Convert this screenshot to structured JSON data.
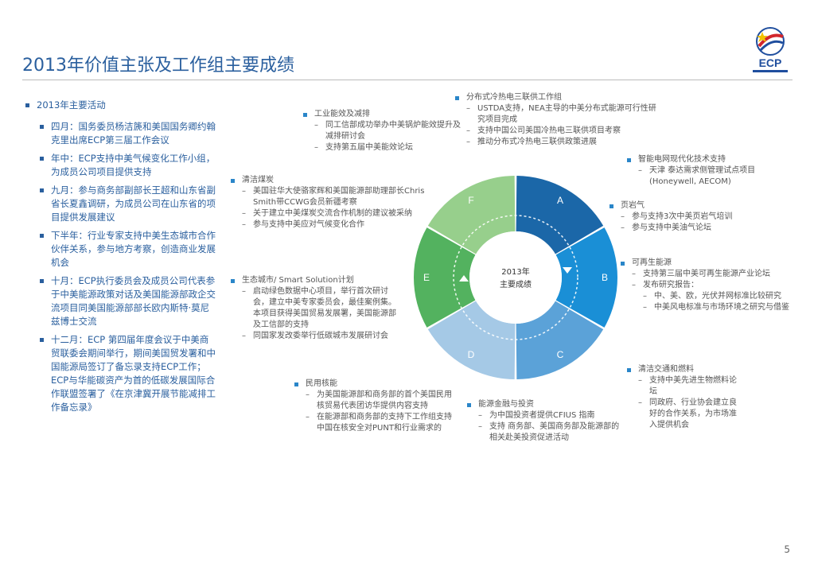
{
  "title": "2013年价值主张及工作组主要成绩",
  "page_number": "5",
  "logo": {
    "text": "ECP",
    "colors": [
      "#1f4e9e",
      "#d2262c",
      "#f2c200"
    ]
  },
  "left": {
    "heading": "2013年主要活动",
    "items": [
      "四月：国务委员杨洁篪和美国国务卿约翰克里出席ECP第三届工作会议",
      "年中：ECP支持中美气候变化工作小组，为成员公司项目提供支持",
      "九月：参与商务部副部长王超和山东省副省长夏鑫调研，为成员公司在山东省的项目提供发展建议",
      "下半年：行业专家支持中美生态城市合作伙伴关系，参与地方考察，创造商业发展机会",
      "十月：ECP执行委员会及成员公司代表参于中美能源政策对话及美国能源部政企交流项目同美国能源部部长欧内斯特·莫尼兹博士交流",
      "十二月：ECP 第四届年度会议于中美商贸联委会期间举行，期间美国贸发署和中国能源局签订了备忘录支持ECP工作；ECP与华能碳资产为首的低碳发展国际合作联盟签署了《在京津冀开展节能减排工作备忘录》"
    ]
  },
  "center": {
    "label_line1": "2013年",
    "label_line2": "主要成绩"
  },
  "segments": [
    {
      "letter": "A",
      "color": "#1b67a8"
    },
    {
      "letter": "B",
      "color": "#1a8fd6"
    },
    {
      "letter": "C",
      "color": "#5ba2d8"
    },
    {
      "letter": "D",
      "color": "#a5c9e6"
    },
    {
      "letter": "E",
      "color": "#53b25f"
    },
    {
      "letter": "F",
      "color": "#97cf8c"
    }
  ],
  "blocks": {
    "industry": {
      "head": "工业能效及减排",
      "items": [
        "同工信部成功举办中美锅炉能效提升及减排研讨会",
        "支持第五届中美能效论坛"
      ]
    },
    "cchp": {
      "head": "分布式冷热电三联供工作组",
      "items": [
        "USTDA支持，NEA主导的中美分布式能源可行性研究项目完成",
        "支持中国公司美国冷热电三联供项目考察",
        "推动分布式冷热电三联供政策进展"
      ]
    },
    "coal": {
      "head": "清洁煤炭",
      "items": [
        "美国驻华大使骆家辉和美国能源部助理部长Chris Smith带CCWG会员新疆考察",
        "关于建立中美煤炭交流合作机制的建议被采纳",
        "参与支持中美应对气候变化合作"
      ]
    },
    "grid": {
      "head": "智能电网现代化技术支持",
      "items": [
        "天津 泰达需求侧管理试点项目 (Honeywell, AECOM)"
      ]
    },
    "shale": {
      "head": "页岩气",
      "items": [
        "参与支持3次中美页岩气培训",
        "参与支持中美油气论坛"
      ]
    },
    "renew": {
      "head": "可再生能源",
      "items": [
        "支持第三届中美可再生能源产业论坛",
        "发布研究报告："
      ],
      "subitems": [
        "中、美、欧，光伏并网标准比较研究",
        "中美风电标准与市场环境之研究与借鉴"
      ]
    },
    "eco": {
      "head": "生态城市/ Smart Solution计划",
      "items": [
        "启动绿色数据中心项目，举行首次研讨会，建立中美专家委员会，最佳案例集。本项目获得美国贸易发展署，美国能源部及工信部的支持",
        "同国家发改委举行低碳城市发展研讨会"
      ]
    },
    "transport": {
      "head": "清洁交通和燃料",
      "items": [
        "支持中美先进生物燃料论坛",
        "同政府、行业协会建立良好的合作关系，为市场准入提供机会"
      ]
    },
    "nuclear": {
      "head": "民用核能",
      "items": [
        "为美国能源部和商务部的首个美国民用核贸易代表团访华提供内容支持",
        "在能源部和商务部的支持下工作组支持中国在核安全对PUNT和行业需求的"
      ]
    },
    "finance": {
      "head": "能源金融与投资",
      "items": [
        "为中国投资者提供CFIUS 指南",
        "支持 商务部、美国商务部及能源部的相关赴美投资促进活动"
      ]
    }
  }
}
